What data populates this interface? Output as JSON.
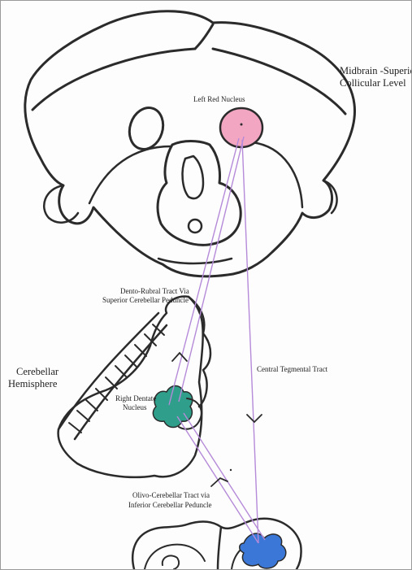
{
  "labels": {
    "midbrain_title_line1": "Midbrain -Superior",
    "midbrain_title_line2": "Collicular Level",
    "left_red_nucleus": "Left Red Nucleus",
    "dento_rubral_line1": "Dento-Rubral Tract Via",
    "dento_rubral_line2": "Superior Cerebellar Peduncle",
    "cerebellar_line1": "Cerebellar",
    "cerebellar_line2": "Hemisphere",
    "central_tegmental": "Central Tegmental Tract",
    "right_dentate_line1": "Right Dentate",
    "right_dentate_line2": "Nucleus",
    "olivo_line1": "Olivo-Cerebellar Tract via",
    "olivo_line2": "Inferior Cerebellar Peduncle"
  },
  "colors": {
    "outline": "#2b2b2b",
    "tract": "#b58ad9",
    "red_nucleus": "#f2a6c2",
    "dentate_nucleus": "#2f9e8a",
    "olive_nucleus": "#3b77d6",
    "paper": "#fdfdfd"
  }
}
